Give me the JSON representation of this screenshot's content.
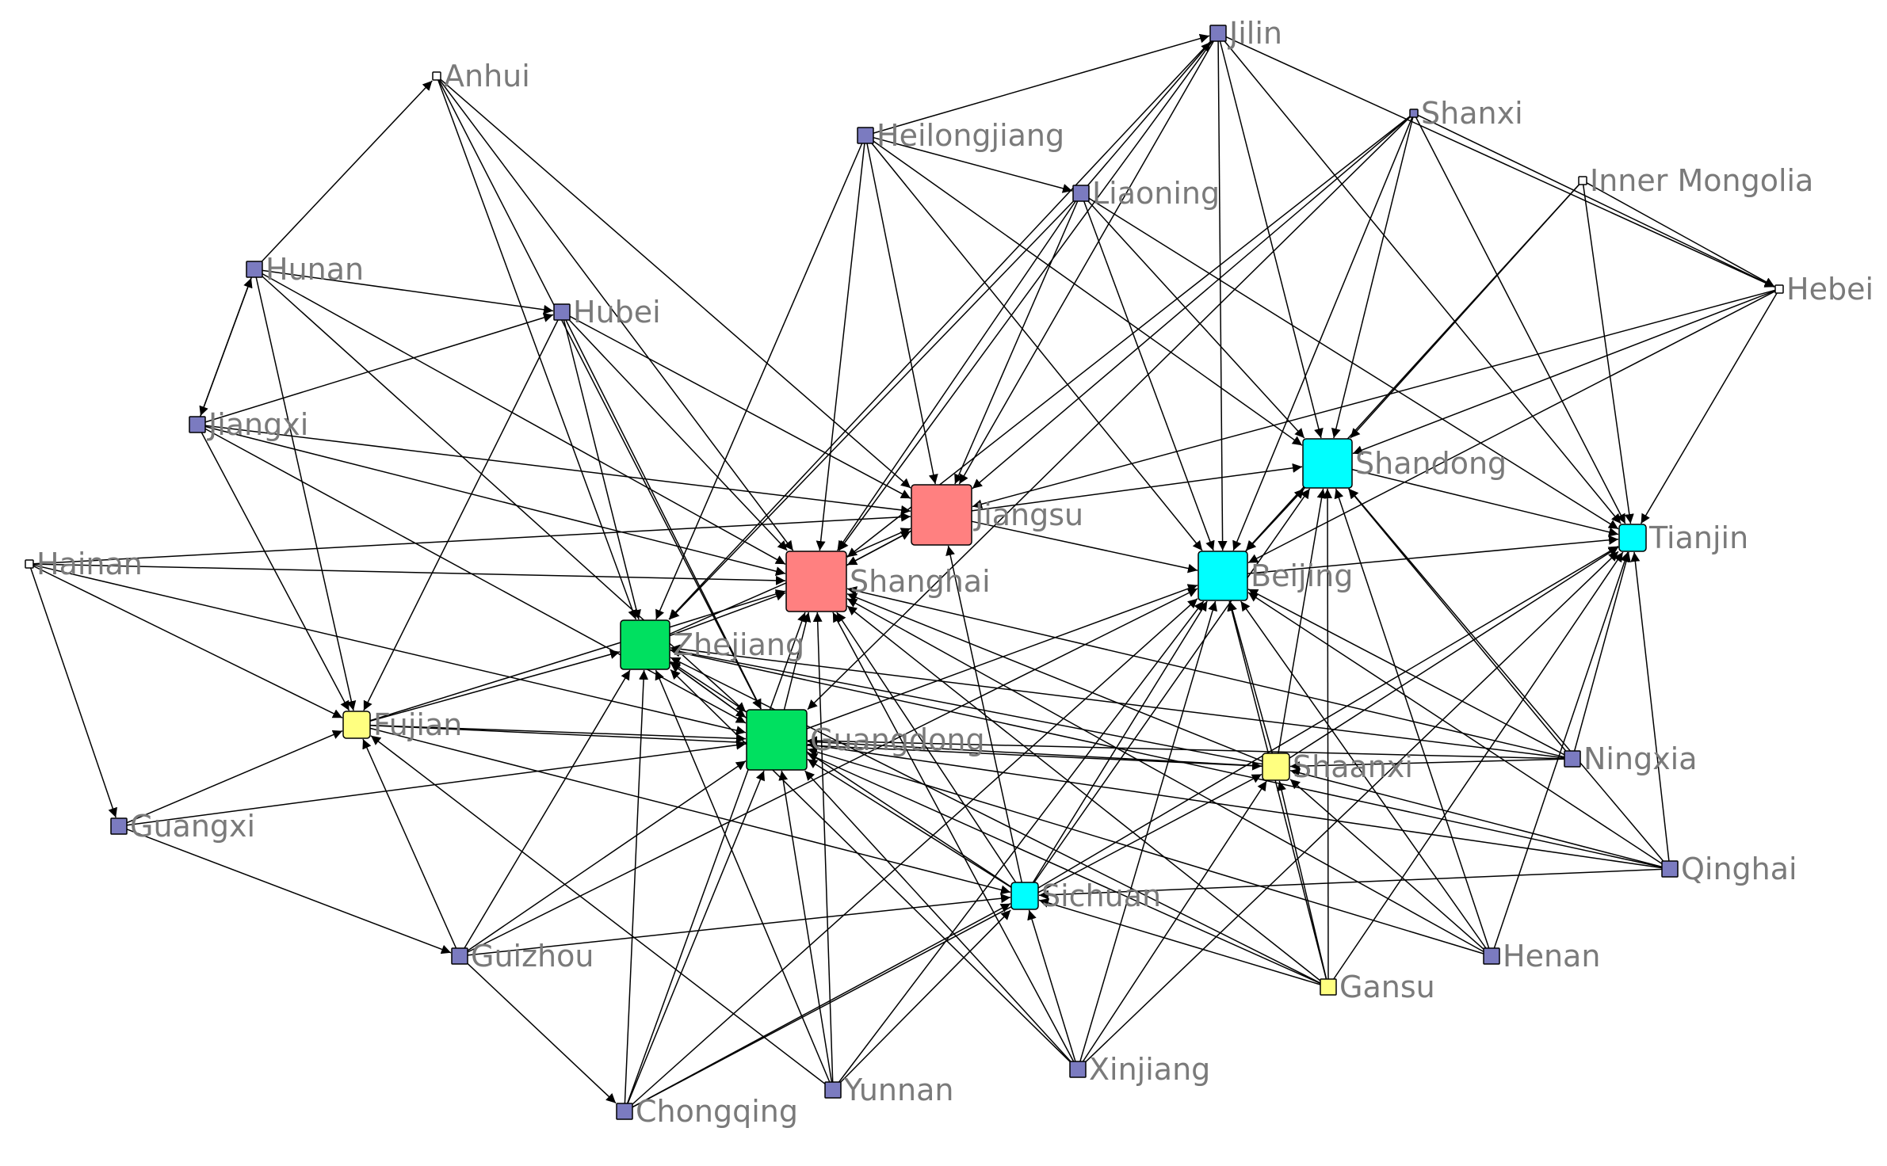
{
  "diagram": {
    "nodes": [
      {
        "id": "Jilin",
        "label": "Jilin",
        "color": "#7b7bc0",
        "weight": 1
      },
      {
        "id": "Anhui",
        "label": "Anhui",
        "color": "#ffffff",
        "weight": 0
      },
      {
        "id": "Heilongjiang",
        "label": "Heilongjiang",
        "color": "#7b7bc0",
        "weight": 1
      },
      {
        "id": "Shanxi",
        "label": "Shanxi",
        "color": "#7b7bc0",
        "weight": 0
      },
      {
        "id": "Liaoning",
        "label": "Liaoning",
        "color": "#7b7bc0",
        "weight": 1
      },
      {
        "id": "InnerMongolia",
        "label": "Inner Mongolia",
        "color": "#ffffff",
        "weight": 0
      },
      {
        "id": "Hunan",
        "label": "Hunan",
        "color": "#7b7bc0",
        "weight": 1
      },
      {
        "id": "Hubei",
        "label": "Hubei",
        "color": "#7b7bc0",
        "weight": 1
      },
      {
        "id": "Hebei",
        "label": "Hebei",
        "color": "#ffffff",
        "weight": 0
      },
      {
        "id": "Jiangxi",
        "label": "Jiangxi",
        "color": "#7b7bc0",
        "weight": 1
      },
      {
        "id": "Shandong",
        "label": "Shandong",
        "color": "#00ffff",
        "weight": 3
      },
      {
        "id": "Jiangsu",
        "label": "Jiangsu",
        "color": "#ff8080",
        "weight": 4
      },
      {
        "id": "Tianjin",
        "label": "Tianjin",
        "color": "#00ffff",
        "weight": 2
      },
      {
        "id": "Hainan",
        "label": "Hainan",
        "color": "#ffffff",
        "weight": 0
      },
      {
        "id": "Shanghai",
        "label": "Shanghai",
        "color": "#ff8080",
        "weight": 4
      },
      {
        "id": "Beijing",
        "label": "Beijing",
        "color": "#00ffff",
        "weight": 3
      },
      {
        "id": "Zhejiang",
        "label": "Zhejiang",
        "color": "#00e060",
        "weight": 3
      },
      {
        "id": "Fujian",
        "label": "Fujian",
        "color": "#ffff80",
        "weight": 2
      },
      {
        "id": "Guangdong",
        "label": "Guangdong",
        "color": "#00e060",
        "weight": 4
      },
      {
        "id": "Shaanxi",
        "label": "Shaanxi",
        "color": "#ffff80",
        "weight": 2
      },
      {
        "id": "Ningxia",
        "label": "Ningxia",
        "color": "#7b7bc0",
        "weight": 1
      },
      {
        "id": "Guangxi",
        "label": "Guangxi",
        "color": "#7b7bc0",
        "weight": 1
      },
      {
        "id": "Qinghai",
        "label": "Qinghai",
        "color": "#7b7bc0",
        "weight": 1
      },
      {
        "id": "Sichuan",
        "label": "Sichuan",
        "color": "#00ffff",
        "weight": 2
      },
      {
        "id": "Guizhou",
        "label": "Guizhou",
        "color": "#7b7bc0",
        "weight": 1
      },
      {
        "id": "Henan",
        "label": "Henan",
        "color": "#7b7bc0",
        "weight": 1
      },
      {
        "id": "Gansu",
        "label": "Gansu",
        "color": "#ffff80",
        "weight": 1
      },
      {
        "id": "Xinjiang",
        "label": "Xinjiang",
        "color": "#7b7bc0",
        "weight": 1
      },
      {
        "id": "Yunnan",
        "label": "Yunnan",
        "color": "#7b7bc0",
        "weight": 1
      },
      {
        "id": "Chongqing",
        "label": "Chongqing",
        "color": "#7b7bc0",
        "weight": 1
      }
    ],
    "edges": [
      [
        "Jilin",
        "Shanghai"
      ],
      [
        "Jilin",
        "Jiangsu"
      ],
      [
        "Jilin",
        "Zhejiang"
      ],
      [
        "Jilin",
        "Beijing"
      ],
      [
        "Jilin",
        "Shandong"
      ],
      [
        "Jilin",
        "Tianjin"
      ],
      [
        "Heilongjiang",
        "Jilin"
      ],
      [
        "Heilongjiang",
        "Liaoning"
      ],
      [
        "Heilongjiang",
        "Shanghai"
      ],
      [
        "Heilongjiang",
        "Jiangsu"
      ],
      [
        "Heilongjiang",
        "Beijing"
      ],
      [
        "Heilongjiang",
        "Shandong"
      ],
      [
        "Heilongjiang",
        "Zhejiang"
      ],
      [
        "Anhui",
        "Zhejiang"
      ],
      [
        "Anhui",
        "Shanghai"
      ],
      [
        "Anhui",
        "Jiangsu"
      ],
      [
        "Anhui",
        "Guangdong"
      ],
      [
        "Hunan",
        "Anhui"
      ],
      [
        "Hunan",
        "Hubei"
      ],
      [
        "Hunan",
        "Guangdong"
      ],
      [
        "Hunan",
        "Shanghai"
      ],
      [
        "Hunan",
        "Jiangxi"
      ],
      [
        "Hunan",
        "Fujian"
      ],
      [
        "Hubei",
        "Zhejiang"
      ],
      [
        "Hubei",
        "Shanghai"
      ],
      [
        "Hubei",
        "Guangdong"
      ],
      [
        "Hubei",
        "Fujian"
      ],
      [
        "Hubei",
        "Jiangsu"
      ],
      [
        "Jiangxi",
        "Hunan"
      ],
      [
        "Jiangxi",
        "Hubei"
      ],
      [
        "Jiangxi",
        "Fujian"
      ],
      [
        "Jiangxi",
        "Jiangsu"
      ],
      [
        "Jiangxi",
        "Guangdong"
      ],
      [
        "Jiangxi",
        "Shanghai"
      ],
      [
        "Liaoning",
        "Jilin"
      ],
      [
        "Liaoning",
        "Shanghai"
      ],
      [
        "Liaoning",
        "Jiangsu"
      ],
      [
        "Liaoning",
        "Zhejiang"
      ],
      [
        "Liaoning",
        "Beijing"
      ],
      [
        "Liaoning",
        "Shandong"
      ],
      [
        "Liaoning",
        "Tianjin"
      ],
      [
        "Shanxi",
        "Shanghai"
      ],
      [
        "Shanxi",
        "Jiangsu"
      ],
      [
        "Shanxi",
        "Beijing"
      ],
      [
        "Shanxi",
        "Shandong"
      ],
      [
        "Shanxi",
        "Tianjin"
      ],
      [
        "Shanxi",
        "Guangdong"
      ],
      [
        "InnerMongolia",
        "Shandong"
      ],
      [
        "InnerMongolia",
        "Tianjin"
      ],
      [
        "InnerMongolia",
        "Hebei"
      ],
      [
        "InnerMongolia",
        "Beijing"
      ],
      [
        "Hebei",
        "Shandong"
      ],
      [
        "Hebei",
        "Tianjin"
      ],
      [
        "Hebei",
        "Beijing"
      ],
      [
        "Hebei",
        "Jiangsu"
      ],
      [
        "Shanxi",
        "Hebei"
      ],
      [
        "Jilin",
        "Hebei"
      ],
      [
        "Hainan",
        "Shanghai"
      ],
      [
        "Hainan",
        "Jiangsu"
      ],
      [
        "Hainan",
        "Guangxi"
      ],
      [
        "Hainan",
        "Fujian"
      ],
      [
        "Hainan",
        "Guangdong"
      ],
      [
        "Fujian",
        "Zhejiang"
      ],
      [
        "Fujian",
        "Guangdong"
      ],
      [
        "Fujian",
        "Shanghai"
      ],
      [
        "Fujian",
        "Sichuan"
      ],
      [
        "Fujian",
        "Shaanxi"
      ],
      [
        "Guangxi",
        "Fujian"
      ],
      [
        "Guangxi",
        "Guangdong"
      ],
      [
        "Zhejiang",
        "Shanghai"
      ],
      [
        "Zhejiang",
        "Jiangsu"
      ],
      [
        "Zhejiang",
        "Guangdong"
      ],
      [
        "Guangdong",
        "Shanghai"
      ],
      [
        "Guangdong",
        "Zhejiang"
      ],
      [
        "Guangdong",
        "Beijing"
      ],
      [
        "Jiangsu",
        "Shanghai"
      ],
      [
        "Jiangsu",
        "Shandong"
      ],
      [
        "Jiangsu",
        "Beijing"
      ],
      [
        "Shanghai",
        "Jiangsu"
      ],
      [
        "Shandong",
        "Beijing"
      ],
      [
        "Shandong",
        "Tianjin"
      ],
      [
        "Beijing",
        "Tianjin"
      ],
      [
        "Beijing",
        "Shandong"
      ],
      [
        "Shaanxi",
        "Beijing"
      ],
      [
        "Shaanxi",
        "Shanghai"
      ],
      [
        "Shaanxi",
        "Guangdong"
      ],
      [
        "Shaanxi",
        "Zhejiang"
      ],
      [
        "Shaanxi",
        "Tianjin"
      ],
      [
        "Shaanxi",
        "Shandong"
      ],
      [
        "Ningxia",
        "Beijing"
      ],
      [
        "Ningxia",
        "Shandong"
      ],
      [
        "Ningxia",
        "Tianjin"
      ],
      [
        "Ningxia",
        "Guangdong"
      ],
      [
        "Ningxia",
        "Zhejiang"
      ],
      [
        "Ningxia",
        "Shanghai"
      ],
      [
        "Ningxia",
        "Shaanxi"
      ],
      [
        "Qinghai",
        "Tianjin"
      ],
      [
        "Qinghai",
        "Beijing"
      ],
      [
        "Qinghai",
        "Guangdong"
      ],
      [
        "Qinghai",
        "Sichuan"
      ],
      [
        "Qinghai",
        "Shaanxi"
      ],
      [
        "Qinghai",
        "Zhejiang"
      ],
      [
        "Qinghai",
        "Shandong"
      ],
      [
        "Henan",
        "Shandong"
      ],
      [
        "Henan",
        "Tianjin"
      ],
      [
        "Henan",
        "Guangdong"
      ],
      [
        "Henan",
        "Beijing"
      ],
      [
        "Henan",
        "Shanghai"
      ],
      [
        "Henan",
        "Shaanxi"
      ],
      [
        "Gansu",
        "Shaanxi"
      ],
      [
        "Gansu",
        "Beijing"
      ],
      [
        "Gansu",
        "Tianjin"
      ],
      [
        "Gansu",
        "Shandong"
      ],
      [
        "Gansu",
        "Guangdong"
      ],
      [
        "Gansu",
        "Sichuan"
      ],
      [
        "Gansu",
        "Zhejiang"
      ],
      [
        "Gansu",
        "Shanghai"
      ],
      [
        "Sichuan",
        "Guangdong"
      ],
      [
        "Sichuan",
        "Beijing"
      ],
      [
        "Sichuan",
        "Shanghai"
      ],
      [
        "Sichuan",
        "Zhejiang"
      ],
      [
        "Sichuan",
        "Tianjin"
      ],
      [
        "Sichuan",
        "Shandong"
      ],
      [
        "Sichuan",
        "Jiangsu"
      ],
      [
        "Xinjiang",
        "Sichuan"
      ],
      [
        "Xinjiang",
        "Beijing"
      ],
      [
        "Xinjiang",
        "Guangdong"
      ],
      [
        "Xinjiang",
        "Shanghai"
      ],
      [
        "Xinjiang",
        "Tianjin"
      ],
      [
        "Xinjiang",
        "Zhejiang"
      ],
      [
        "Xinjiang",
        "Shaanxi"
      ],
      [
        "Guizhou",
        "Fujian"
      ],
      [
        "Guizhou",
        "Guangdong"
      ],
      [
        "Guizhou",
        "Sichuan"
      ],
      [
        "Guizhou",
        "Chongqing"
      ],
      [
        "Guizhou",
        "Zhejiang"
      ],
      [
        "Guizhou",
        "Beijing"
      ],
      [
        "Yunnan",
        "Guangdong"
      ],
      [
        "Yunnan",
        "Zhejiang"
      ],
      [
        "Yunnan",
        "Shanghai"
      ],
      [
        "Yunnan",
        "Sichuan"
      ],
      [
        "Yunnan",
        "Beijing"
      ],
      [
        "Yunnan",
        "Fujian"
      ],
      [
        "Chongqing",
        "Zhejiang"
      ],
      [
        "Chongqing",
        "Guangdong"
      ],
      [
        "Chongqing",
        "Shanghai"
      ],
      [
        "Chongqing",
        "Beijing"
      ],
      [
        "Chongqing",
        "Sichuan"
      ],
      [
        "Chongqing",
        "Shaanxi"
      ],
      [
        "Guangxi",
        "Guizhou"
      ]
    ]
  }
}
